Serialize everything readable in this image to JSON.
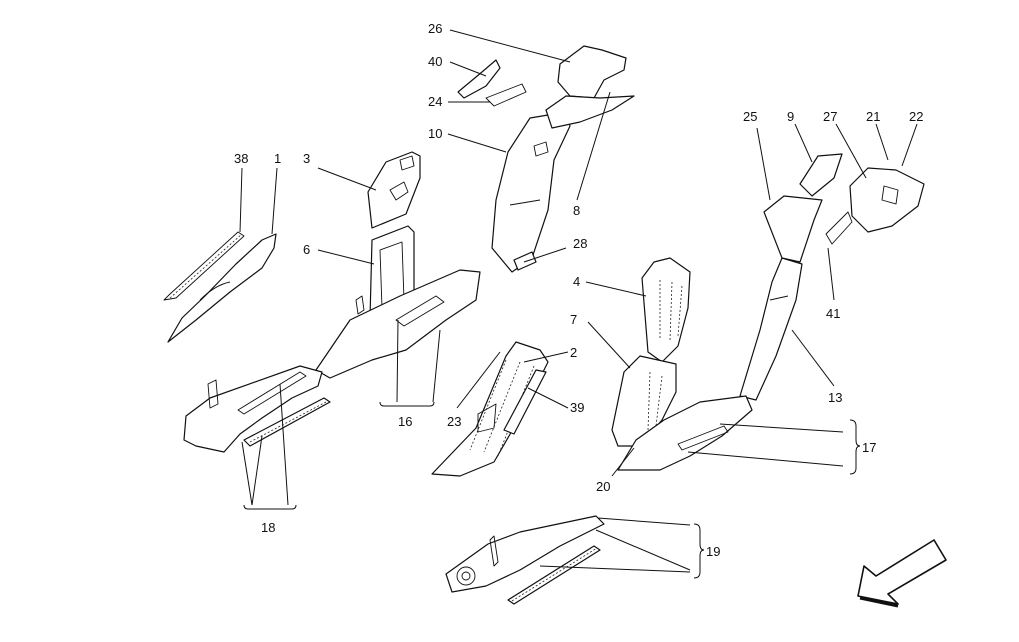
{
  "callouts": [
    "1",
    "2",
    "3",
    "4",
    "6",
    "7",
    "8",
    "9",
    "10",
    "13",
    "16",
    "17",
    "18",
    "19",
    "20",
    "21",
    "22",
    "23",
    "24",
    "25",
    "26",
    "27",
    "28",
    "38",
    "39",
    "40",
    "41"
  ],
  "colors": {
    "line": "#111111",
    "background": "#ffffff"
  },
  "icons": {
    "direction_arrow": "front-direction-arrow-icon"
  }
}
